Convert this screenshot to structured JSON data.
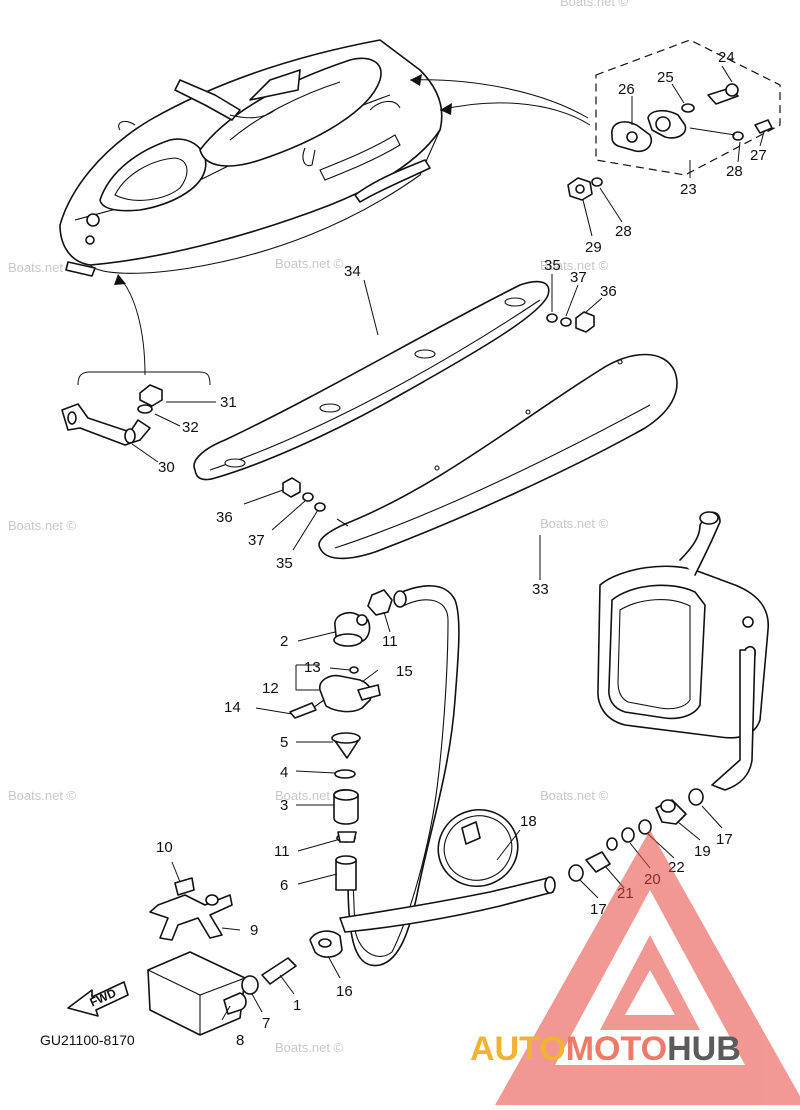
{
  "diagram_code": "GU21100-8170",
  "fwd_label": "FWD",
  "watermark": "Boats.net ©",
  "brand": {
    "part1": "AUTO",
    "part2": "MOTO",
    "part3": "HUB",
    "color1": "#f2b233",
    "color2": "#ee7a6a",
    "color3": "#5b5b5b"
  },
  "triangle_color": "#e8453c",
  "callouts": {
    "c1": "1",
    "c2": "2",
    "c3": "3",
    "c4": "4",
    "c5": "5",
    "c6": "6",
    "c7": "7",
    "c8": "8",
    "c9": "9",
    "c10": "10",
    "c11a": "11",
    "c11b": "11",
    "c12": "12",
    "c13": "13",
    "c14": "14",
    "c15": "15",
    "c16": "16",
    "c17a": "17",
    "c17b": "17",
    "c18": "18",
    "c19": "19",
    "c20": "20",
    "c21": "21",
    "c22": "22",
    "c23": "23",
    "c24": "24",
    "c25": "25",
    "c26": "26",
    "c27": "27",
    "c28a": "28",
    "c28b": "28",
    "c29": "29",
    "c30": "30",
    "c31": "31",
    "c32": "32",
    "c33": "33",
    "c34": "34",
    "c35a": "35",
    "c35b": "35",
    "c36a": "36",
    "c36b": "36",
    "c37a": "37",
    "c37b": "37"
  }
}
